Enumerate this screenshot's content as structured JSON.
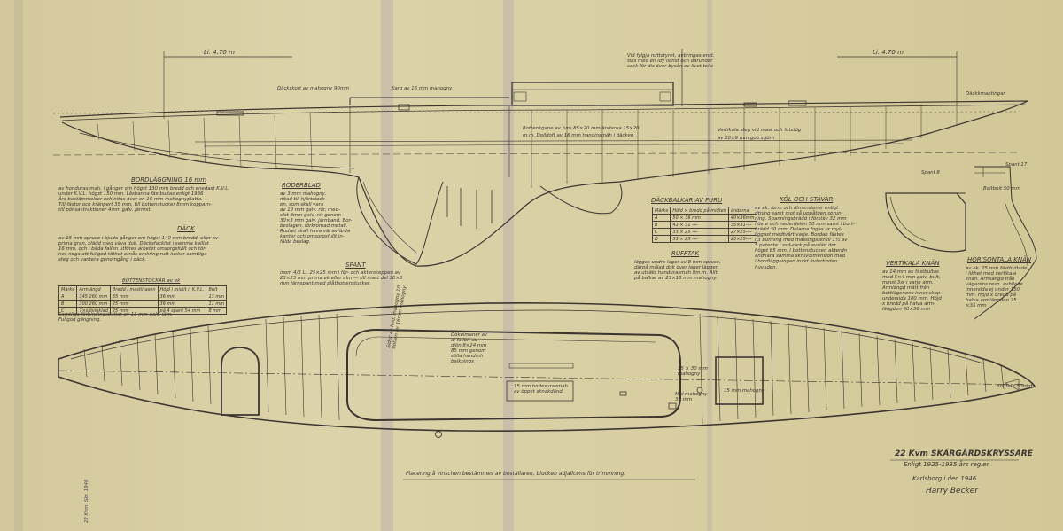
{
  "title_block": {
    "title": "22 Kvm SKÄRGÅRDSKRYSSARE",
    "rules": "Enligt 1925-1935 års regler",
    "place_date": "Karlsborg i dec 1946",
    "signature": "Harry Becker"
  },
  "dimensions": {
    "left_length": "Li. 4.70 m",
    "right_length": "Li. 4.70 m"
  },
  "profile_notes": {
    "top_note": "Vid fylgja nuttstyret, avbringas enst.\nsvis med en ldy lionst och därunder\nsack för dis över bysån ev livet tolle",
    "deckhouse_note": "Däckskort av mahogny 90mm",
    "coaming_note": "Karg av 16 mm mahogny",
    "coaming_right": "Däckkmantingar",
    "bottom_note_a": "Bottenkgane av furu 85×20 mm ändarna 15×20",
    "bottom_note_b": "m.m. Dolldoft av 16 mm handinsmäh i däcken",
    "vertical_note_a": "Vertikala steg vid mast och fotstög",
    "vertical_note_b": "av 28×9 mm gob stjörn",
    "fras_a": "Spant 8",
    "fras_b": "Spant 17",
    "bulkhead_note": "Boltbult 50 mm"
  },
  "sections": {
    "bordlaggning_title": "BORDLÄGGNING 16 mm",
    "bordlaggning_text": "av honduras mah. i gånger om högst 130 mm bredd och enedast K.V.L.\nunder K.V.L. högst 150 mm. Låsbanna fästbultas enligt 1936\nåra bestämmelser och nitas över en 16 mm mahognyplatta.\nTill fästor och kränpert 35 mm, till bottenstucker 8mm kopparn-\ntill pönsaktraktioner 4mm galv. järnnit.",
    "dack_title": "DÄCK",
    "dack_text": "av 15 mm spruce i bjuda gånger om högst 140 mm bredd, eller av\nprima gran, klädd med väva duk. Däcksfacklist i samma kalllat\n16 mm. och i båda fallen utföres arbetet omsorgsfullt och tör-\nnes noga att fullgod täthet ernås omkring rutt luckor samtliga\nsteg och vantera genomgång i däck.",
    "roder_title": "RODERBLAD",
    "roder_text": "av 3 mm mahogny,\nnitad till hjärtstock-\nen, som skall vara\nav 19 mm galv. rör, med-\nelst 8mm galv. nit genom\n30×3 mm galv. järnband. Bor-\nbeslagen, förkromad metall.\nRudret skall hava väl avfärda\nkanter och omsorgsfullt in-\nfälda beslag.",
    "spant_title": "SPANT",
    "spant_text": "inom 4/5 Li. 25×25 mm i för- och akterskeppen av\n23×23 mm prima ek eller alm — till mast del 30×3\nmm järnspant med plåtbottenstucker.",
    "dackbalkar_title": "DÄCKBALKAR AV FURU",
    "rufftak_title": "RUFFTAK",
    "rufftak_text": "läggas undre lager av 8 mm spruce,\ndärpå målad duk över lager läggen\nav utsäkt handurasmah 8m.m. Allt\npå balkar av 23×18 mm mahogny.",
    "kol_title": "KÖL OCH STÄVAR",
    "kol_text": "av ek. form och dimensioner enligt\nritning samt mot så uppåtgen sprun-\nning. Spanningsbrädd i förstäv 32 mm\ni övre och nederdelen 50 mm samt i bort-\nbrädd 30 mm. Delarna fogas ur myl-\nliggast medtvärt varje. Bordan fästes\ni 3 bunning med mässingsskruv 1½ av\n5 patente i ssd-sark på avslän der\nhögst 85 mm. I bottenstucker, akterdn\nändnära samma skruvdimension med\ni bordläggningen invid foderhoden\nhuvuden.",
    "vertikala_title": "VERTIKALA KNÄN",
    "vertikala_text": "av 14 mm ek fästbultas\nmed 5×4 mm galv. bult,\nminst 3st i varje arm.\nArmlängd mätt från\nbottlägenens inner-skap\nundersida 180 mm. Höjd\nx bredd på halva arm-\nlängden 60×36 mm",
    "horisontala_title": "HORISONTALA KNÄN",
    "horisontala_text": "av ek. 25 mm fästbultade\ni likhet med vertikala\nknän. Armlängd från\nvägarens resp. avbilade\ninnersida ej under 150\nmm. Höjd x bredd på\nhalva armlängden 75\n×35 mm",
    "bottenstockar_title": "BOTTENSTOCKAR av ek",
    "small_text": "Samtliga förbindingsbultar av 13 mm galv. järn.\nFullgod gängning."
  },
  "tables": {
    "dackbalkar": {
      "headers": [
        "Märke",
        "Höjd × bredd på midten",
        "ändarna"
      ],
      "rows": [
        [
          "A",
          "50 × 36 mm",
          "40×36mm"
        ],
        [
          "B",
          "41 × 31 -»-",
          "35×31-»-"
        ],
        [
          "C",
          "33 × 25 -»-",
          "27×25-»-"
        ],
        [
          "D",
          "31 × 23 -»-",
          "23×25-»-"
        ]
      ]
    },
    "bottenstockar": {
      "headers": [
        "Märke",
        "Armlängd",
        "Bredd i mastlitasen",
        "Höjd i midlit i. K.V.L.",
        "Bult"
      ],
      "rows": [
        [
          "A",
          "345   260 mm",
          "35 mm",
          "36 mm",
          "13 mm"
        ],
        [
          "B",
          "300   260 mm",
          "25 mm",
          "36 mm",
          "11 mm"
        ],
        [
          "C",
          "7×sjövinklad",
          "25 mm",
          "på 4 spant 54 mm",
          "8 mm"
        ]
      ]
    }
  },
  "plan_notes": {
    "winch_note": "Placering å vinschen bestämmes av beställaren, blocken adjallcens för trimmning.",
    "cockpit_note": "Dökelmaner av\nai fallbit av\ndiön 8×24 mm\n85 mm genom\nsölla handmh\nbalknings",
    "coaming_side": "Sidor av hnd. mahogny 10\nbotten av 16mm mahogny",
    "hatch_note": "15 mm hndesurasmah\nav öppet sknakdänd",
    "hatch2_note": "15 × 30 mm\nmahogny",
    "hatch3_note": "15 mm mahogny",
    "mast_note": "Mal mahogny\n35 mm",
    "bulk_note": "Boltbult 50mm",
    "stamp": "22 Kvm. Skr. 1946"
  },
  "colors": {
    "paper": "#d9cfa3",
    "ink": "#3b3530",
    "fold": "#b8a98b"
  }
}
